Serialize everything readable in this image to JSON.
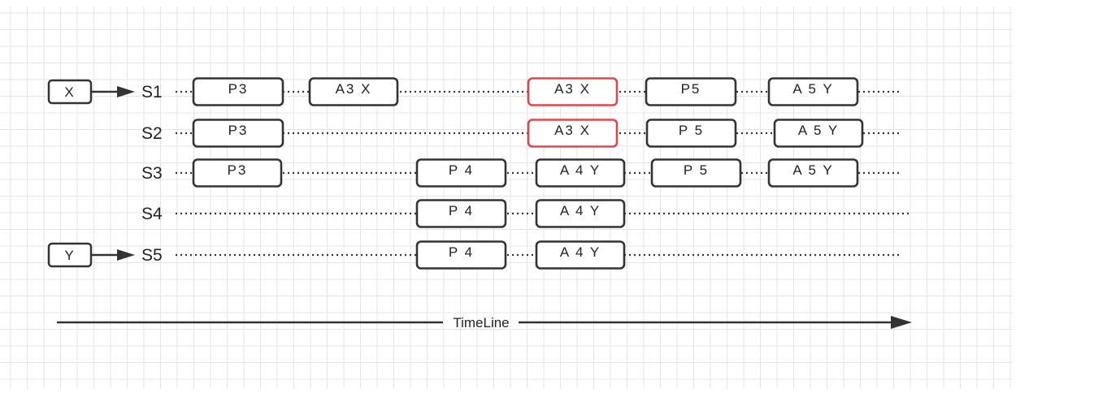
{
  "colors": {
    "grid": "#e4e4e4",
    "stroke": "#333333",
    "highlight": "#e0474c",
    "text": "#222222"
  },
  "inputs": [
    {
      "label": "X",
      "target": "S1"
    },
    {
      "label": "Y",
      "target": "S5"
    }
  ],
  "servers": [
    "S1",
    "S2",
    "S3",
    "S4",
    "S5"
  ],
  "rows": [
    {
      "server": "S1",
      "boxes": [
        {
          "label": "P3",
          "highlight": false
        },
        {
          "label": "A3 X",
          "highlight": false
        },
        {
          "label": "A3 X",
          "highlight": true
        },
        {
          "label": "P5",
          "highlight": false
        },
        {
          "label": "A 5 Y",
          "highlight": false
        }
      ]
    },
    {
      "server": "S2",
      "boxes": [
        {
          "label": "P3",
          "highlight": false
        },
        {
          "label": "A3 X",
          "highlight": true
        },
        {
          "label": "P 5",
          "highlight": false
        },
        {
          "label": "A 5 Y",
          "highlight": false
        }
      ]
    },
    {
      "server": "S3",
      "boxes": [
        {
          "label": "P3",
          "highlight": false
        },
        {
          "label": "P 4",
          "highlight": false
        },
        {
          "label": "A 4 Y",
          "highlight": false
        },
        {
          "label": "P 5",
          "highlight": false
        },
        {
          "label": "A 5 Y",
          "highlight": false
        }
      ]
    },
    {
      "server": "S4",
      "boxes": [
        {
          "label": "P 4",
          "highlight": false
        },
        {
          "label": "A 4 Y",
          "highlight": false
        }
      ]
    },
    {
      "server": "S5",
      "boxes": [
        {
          "label": "P 4",
          "highlight": false
        },
        {
          "label": "A 4 Y",
          "highlight": false
        }
      ]
    }
  ],
  "timeline_label": "TimeLine"
}
